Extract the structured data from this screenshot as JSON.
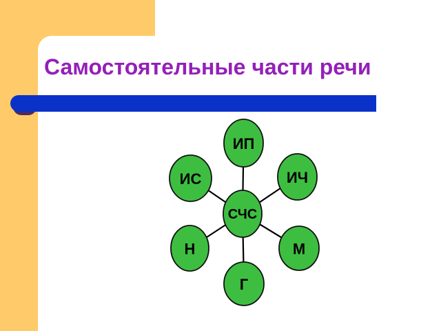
{
  "slide": {
    "title": "Самостоятельные части речи"
  },
  "colors": {
    "accent-yellow": "#ffca69",
    "accent-blue": "#0b32c8",
    "bar-shadow": "#4a2a66",
    "title-purple": "#9420b9",
    "node-green": "#3ebe41",
    "node-border": "#111111",
    "line-black": "#000000"
  },
  "diagram": {
    "center": {
      "label": "СЧС"
    },
    "nodes": [
      {
        "label": "ИП"
      },
      {
        "label": "ИС"
      },
      {
        "label": "ИЧ"
      },
      {
        "label": "Н"
      },
      {
        "label": "М"
      },
      {
        "label": "Г"
      }
    ]
  }
}
